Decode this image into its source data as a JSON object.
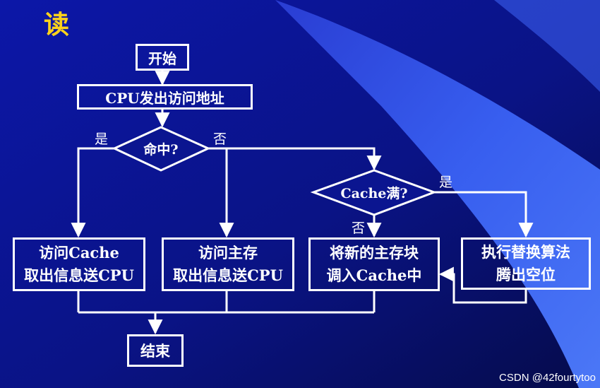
{
  "title": "读",
  "nodes": {
    "start": "开始",
    "cpu_issue_address": "CPU发出访问地址",
    "hit_question": "命中?",
    "cache_full_question": "Cache满?",
    "access_cache": "访问Cache\n取出信息送CPU",
    "access_main": "访问主存\n取出信息送CPU",
    "load_block": "将新的主存块\n调入Cache中",
    "replace": "执行替换算法\n腾出空位",
    "end": "结束"
  },
  "edge_labels": {
    "hit_yes": "是",
    "hit_no": "否",
    "full_yes": "是",
    "full_no": "否"
  },
  "colors": {
    "background": "#0a1280",
    "accent_band": "#3f6bff",
    "line": "#ffffff",
    "title": "#ffd21a"
  },
  "watermark": "CSDN @42fourtytoo"
}
